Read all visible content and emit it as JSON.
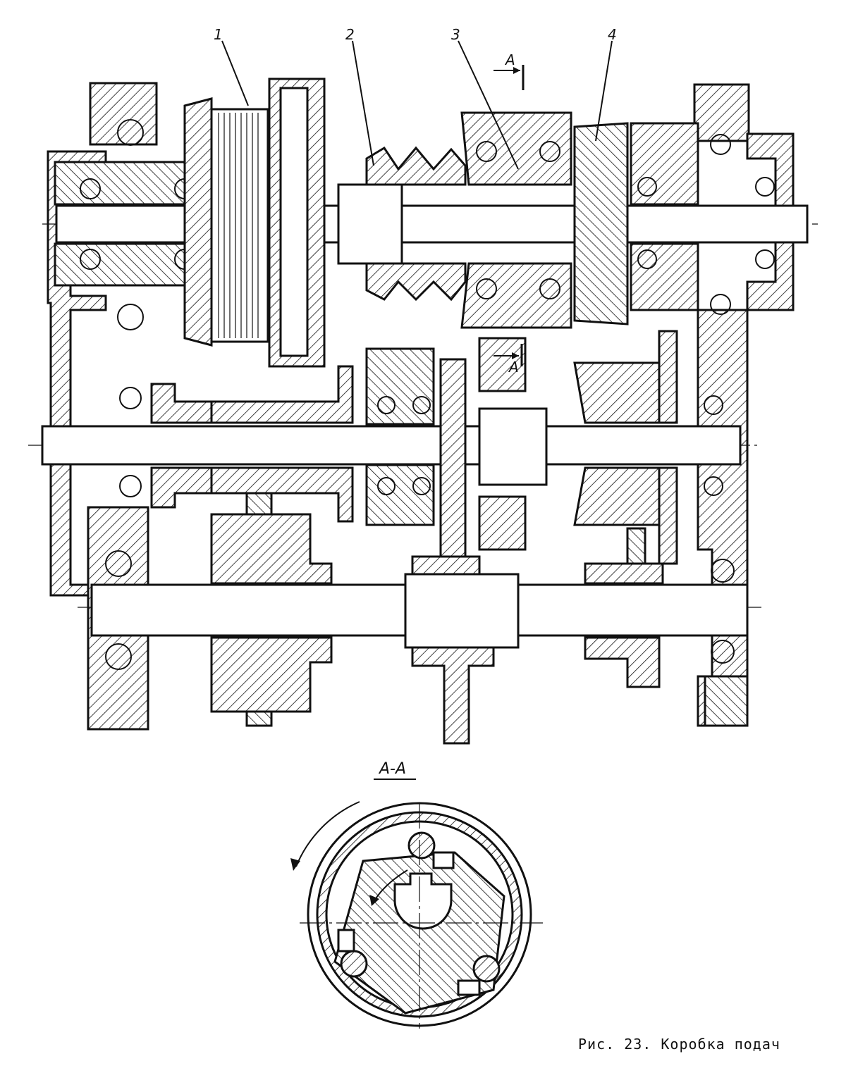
{
  "labels": {
    "part_1": "1",
    "part_2": "2",
    "part_3": "3",
    "part_4": "4",
    "section_mark_top": "A",
    "section_mark_mid": "A",
    "section_title": "A-A"
  },
  "caption": "Рис. 23. Коробка подач"
}
